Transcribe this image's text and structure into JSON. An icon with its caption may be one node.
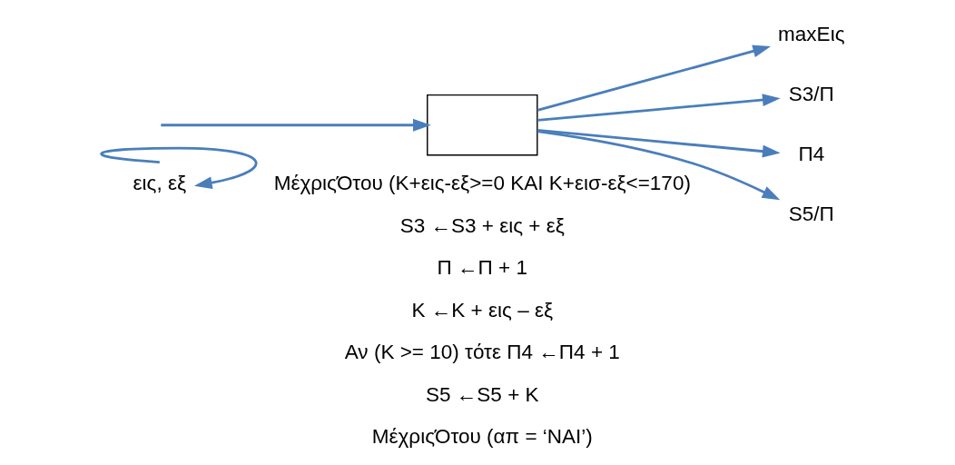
{
  "diagram": {
    "nodes": [
      {
        "text": [
          "εις, εξ"
        ]
      },
      {
        "text": [],
        "shape": "box"
      },
      {
        "text": [
          "maxΕις"
        ]
      },
      {
        "text": [
          "S3/Π"
        ]
      },
      {
        "text": [
          "Π4"
        ]
      },
      {
        "text": [
          "S5/Π"
        ]
      }
    ],
    "edges": [
      {
        "from": 0,
        "to": 0,
        "arrow": "to"
      },
      {
        "from": null,
        "to": 1,
        "arrow": "to"
      },
      {
        "from": 1,
        "to": 2,
        "arrow": "to"
      },
      {
        "from": 1,
        "to": 3,
        "arrow": "to"
      },
      {
        "from": 1,
        "to": 4,
        "arrow": "to"
      },
      {
        "from": 1,
        "to": 5,
        "arrow": "to"
      }
    ],
    "labels": [
      "ΜέχριςΌτου (Κ+εις-εξ>=0 ΚΑΙ Κ+εισ-εξ<=170)",
      "S3 ←S3 + εις + εξ",
      "Π ←Π + 1",
      "Κ ←Κ + εις – εξ",
      "Αν (Κ >= 10) τότε Π4 ←Π4 + 1",
      "S5 ←S5 + Κ",
      "ΜέχριςΌτου (απ = ‘ΝΑΙ’)"
    ]
  }
}
